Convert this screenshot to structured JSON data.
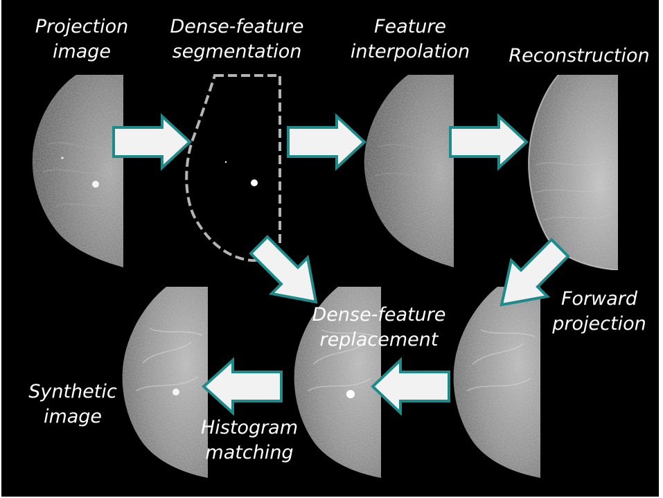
{
  "colors": {
    "background": "#000000",
    "text": "#ffffff",
    "arrow_fill": "#f2f2f2",
    "arrow_border": "#1e8b8b",
    "outline": "#b4b4b4"
  },
  "labels": {
    "projection_image": [
      "Projection",
      "image"
    ],
    "segmentation": [
      "Dense-feature",
      "segmentation"
    ],
    "interpolation": [
      "Feature",
      "interpolation"
    ],
    "reconstruction": [
      "Reconstruction"
    ],
    "forward_projection": [
      "Forward",
      "projection"
    ],
    "replacement": [
      "Dense-feature",
      "replacement"
    ],
    "histogram_matching": [
      "Histogram",
      "matching"
    ],
    "synthetic_image": [
      "Synthetic",
      "image"
    ]
  },
  "panels": {
    "projection_image": "mammogram-projection-image",
    "segmentation": "dense-feature-mask",
    "interpolation": "mammogram-feature-interpolated",
    "reconstruction": "breast-reconstruction-slice",
    "forward_projection": "mammogram-forward-projected",
    "replacement": "mammogram-dense-feature-replaced",
    "synthetic_image": "synthetic-mammogram"
  }
}
